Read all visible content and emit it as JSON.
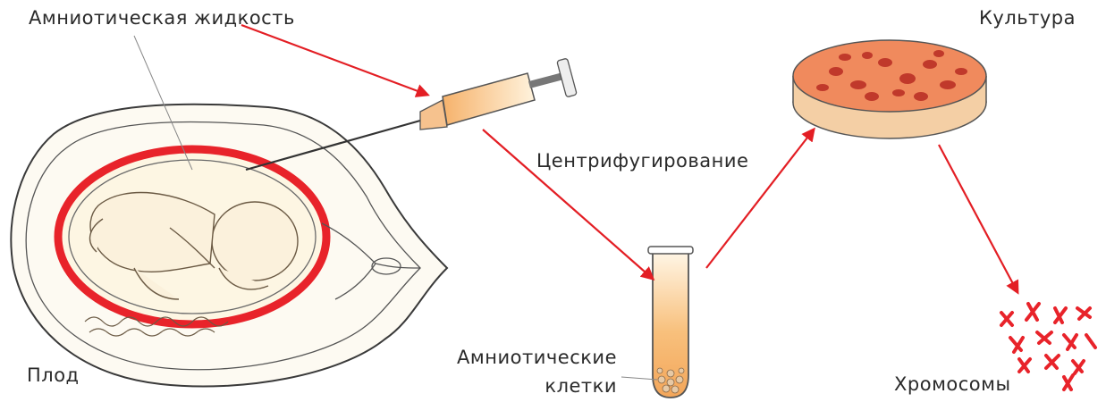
{
  "labels": {
    "amniotic_fluid": "Амниотическая жидкость",
    "culture": "Культура",
    "centrifugation": "Центрифугирование",
    "fetus": "Плод",
    "amniotic_cells_line1": "Амниотические",
    "amniotic_cells_line2": "клетки",
    "chromosomes": "Хромосомы"
  },
  "colors": {
    "arrow": "#e31e24",
    "uterus_wall": "#e8232a",
    "outline": "#3a3a3a",
    "fluid": "#fdf6e3",
    "dish_fill": "#f08a5d",
    "cells": "#c0392b",
    "tube_fluid": "#f6b26b",
    "chromosome": "#e8232a"
  }
}
